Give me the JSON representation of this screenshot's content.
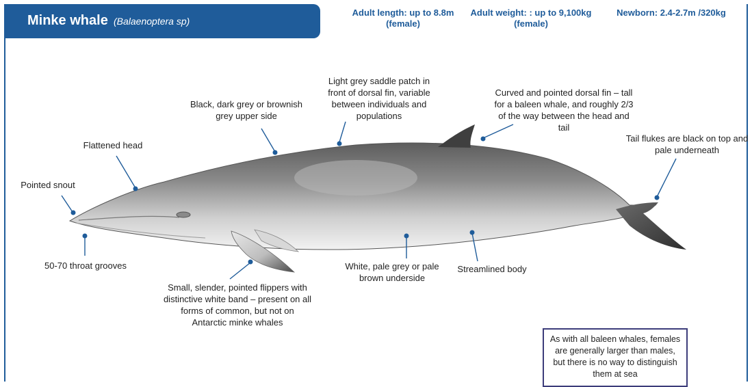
{
  "header": {
    "common_name": "Minke whale",
    "scientific_name": "(Balaenoptera sp)",
    "adult_length": "Adult length: up to 8.8m (female)",
    "adult_weight": "Adult weight: : up to 9,100kg (female)",
    "newborn": "Newborn: 2.4-2.7m /320kg"
  },
  "labels": {
    "pointed_snout": "Pointed snout",
    "flattened_head": "Flattened head",
    "upper_side": "Black, dark grey or brownish grey upper side",
    "saddle_patch": "Light grey saddle patch in front of dorsal fin, variable between individuals and populations",
    "dorsal_fin": "Curved and pointed dorsal fin – tall for a baleen whale, and roughly 2/3 of the way between the head and tail",
    "tail_flukes": "Tail flukes are black on top and pale underneath",
    "throat_grooves": "50-70 throat grooves",
    "flippers": "Small, slender, pointed flippers with distinctive white band – present on all forms of common, but not on Antarctic minke whales",
    "underside": "White, pale grey or pale brown underside",
    "body": "Streamlined body"
  },
  "note": "As with all baleen whales, females are generally larger than males, but there is no way to distinguish them at sea",
  "colors": {
    "brand_blue": "#1f5c9a",
    "leader_blue": "#1f5c9a",
    "note_border": "#3c3c7a"
  }
}
